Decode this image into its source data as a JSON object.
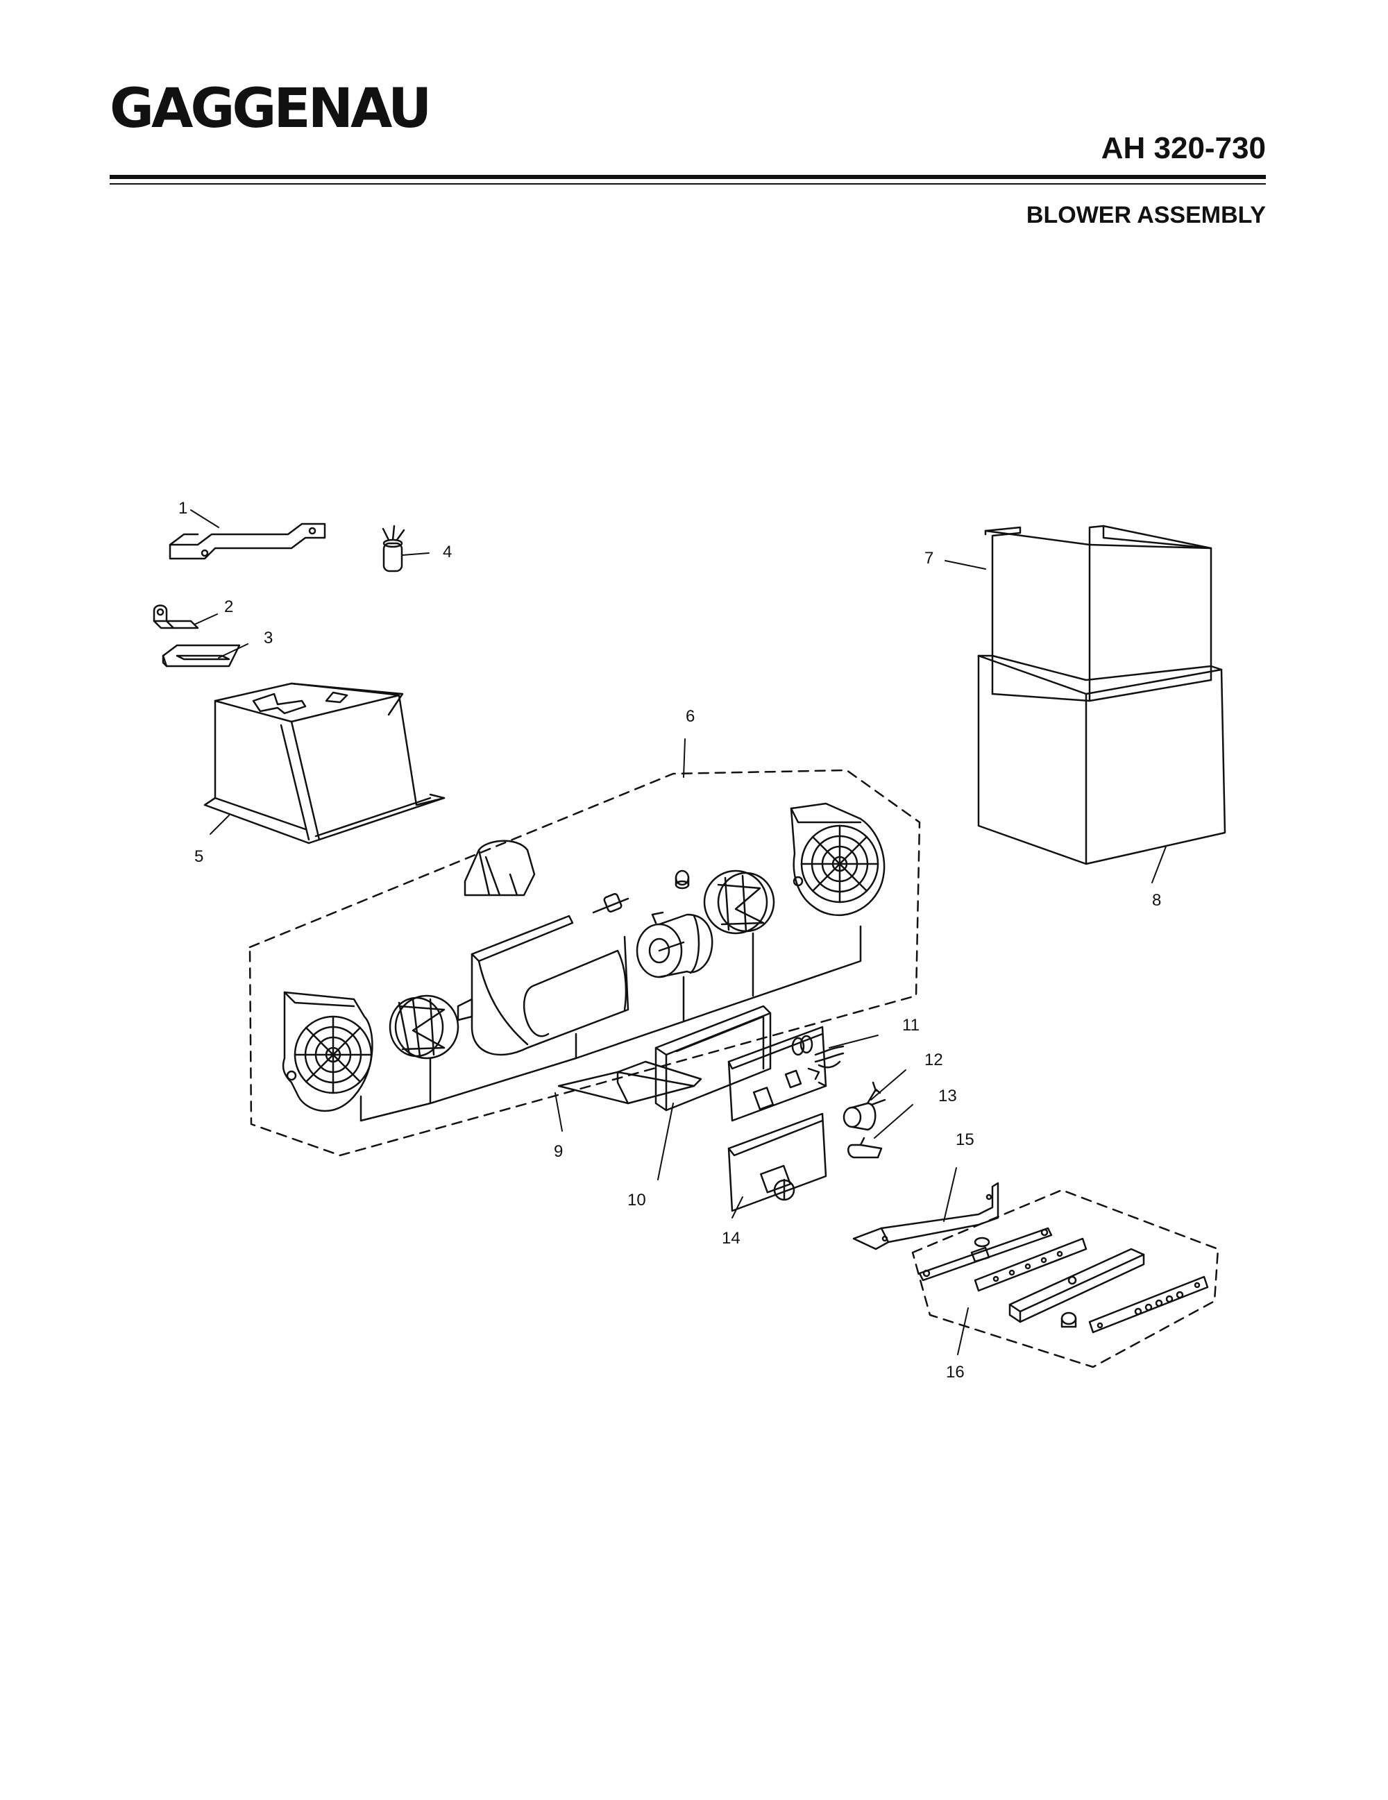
{
  "header": {
    "brand": "GAGGENAU",
    "model": "AH 320-730",
    "title": "BLOWER ASSEMBLY"
  },
  "callouts": [
    "1",
    "2",
    "3",
    "4",
    "5",
    "6",
    "7",
    "8",
    "9",
    "10",
    "11",
    "12",
    "13",
    "14",
    "15",
    "16"
  ]
}
